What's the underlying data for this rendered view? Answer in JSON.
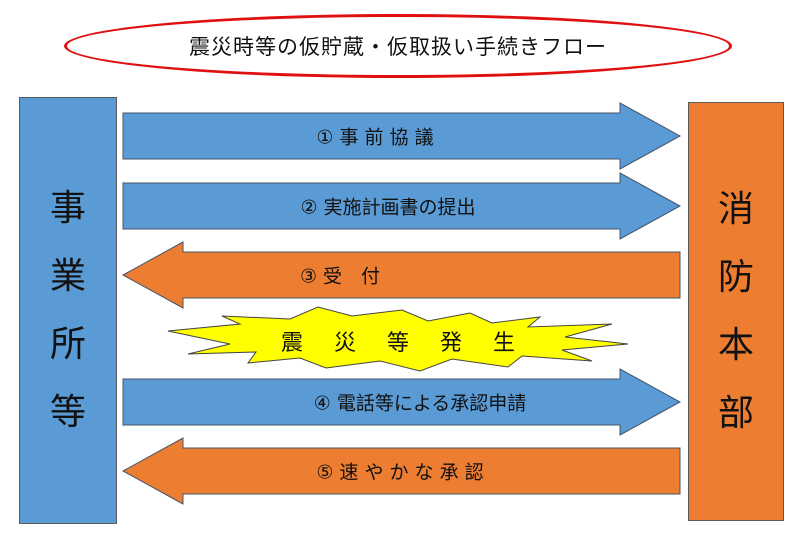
{
  "title": "震災時等の仮貯蔵・仮取扱い手続きフロー",
  "left_box": {
    "chars": [
      "事",
      "業",
      "所",
      "等"
    ]
  },
  "right_box": {
    "chars": [
      "消",
      "防",
      "本",
      "部"
    ]
  },
  "steps": [
    {
      "label": "① 事 前 協 議",
      "direction": "right",
      "color": "#5b9bd5"
    },
    {
      "label": "② 実施計画書の提出",
      "direction": "right",
      "color": "#5b9bd5"
    },
    {
      "label": "③ 受　付",
      "direction": "left",
      "color": "#ed7d31"
    },
    {
      "label": "④ 電話等による承認申請",
      "direction": "right",
      "color": "#5b9bd5"
    },
    {
      "label": "⑤ 速 や か な 承 認",
      "direction": "left",
      "color": "#ed7d31"
    }
  ],
  "event": {
    "label": "震 災 等 発 生",
    "color": "#ffff00"
  }
}
